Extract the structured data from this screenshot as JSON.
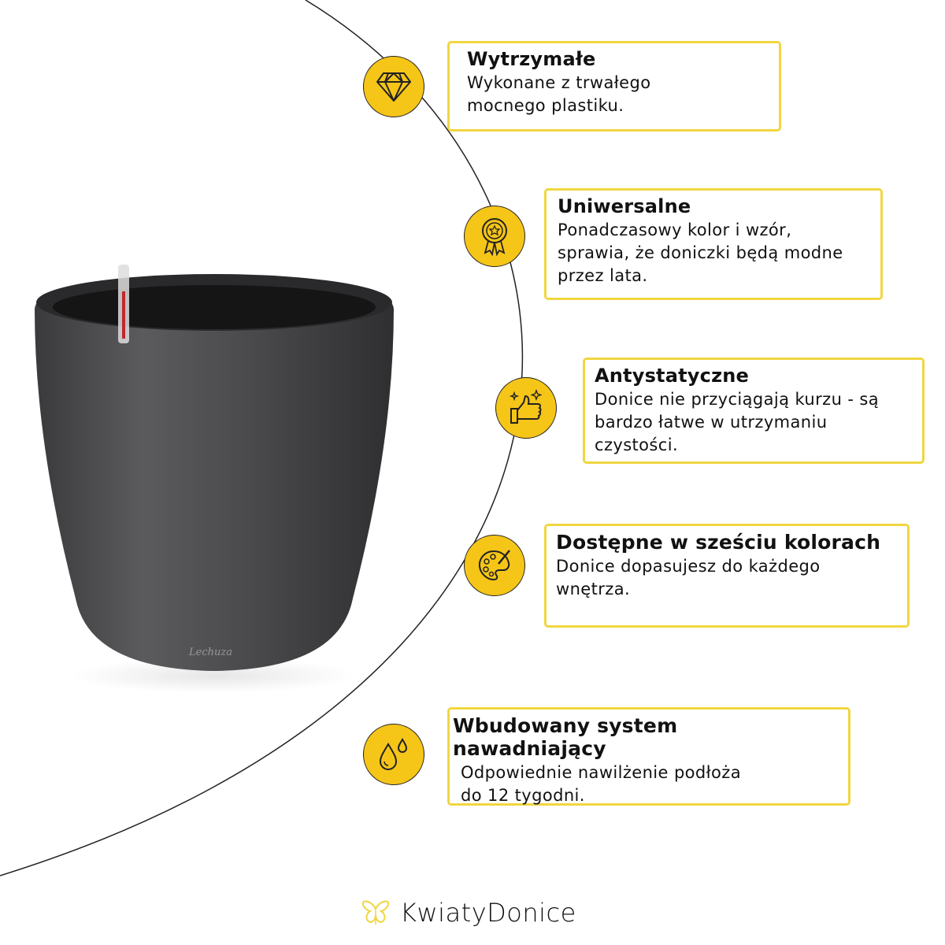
{
  "features": [
    {
      "title": "Wytrzymałe",
      "text": [
        "Wykonane z trwałego",
        "mocnego plastiku."
      ],
      "icon": "diamond-icon"
    },
    {
      "title": "Uniwersalne",
      "text": [
        "Ponadczasowy kolor i wzór,",
        "sprawia, że doniczki będą modne",
        "przez lata."
      ],
      "icon": "award-icon"
    },
    {
      "title": "Antystatyczne",
      "text": [
        "Donice nie przyciągają kurzu - są",
        "bardzo łatwe w utrzymaniu",
        "czystości."
      ],
      "icon": "thumbs-up-sparkle-icon"
    },
    {
      "title": "Dostępne w sześciu kolorach",
      "text": [
        "Donice dopasujesz do każdego",
        "wnętrza."
      ],
      "icon": "palette-icon"
    },
    {
      "title": "Wbudowany system nawadniający",
      "text": [
        "Odpowiednie nawilżenie podłoża",
        "do 12 tygodni."
      ],
      "icon": "water-drops-icon"
    }
  ],
  "product": {
    "brand_mark": "Lechuza"
  },
  "brand": {
    "name": "KwiatyDonice"
  },
  "colors": {
    "accent": "#f5c518",
    "border": "#f0d640",
    "pot": "#4a4a4c"
  }
}
